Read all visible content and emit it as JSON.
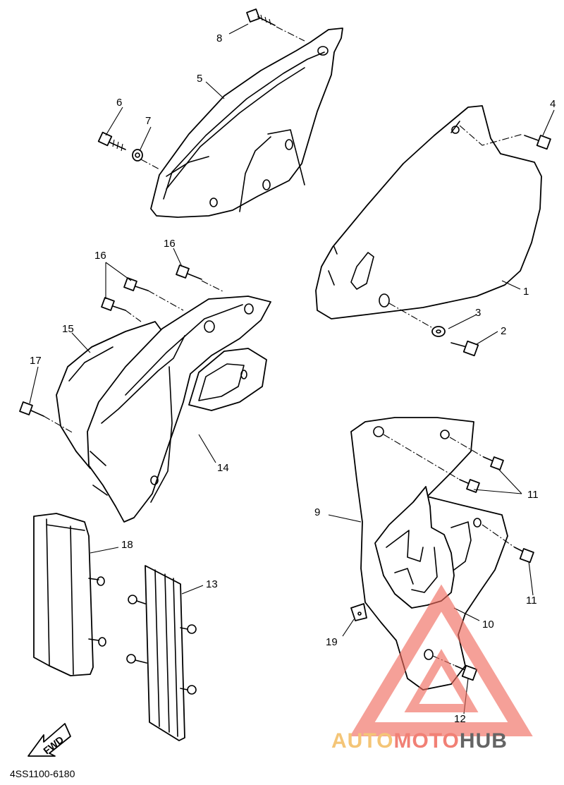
{
  "diagram": {
    "callouts": [
      {
        "id": "c1",
        "text": "1"
      },
      {
        "id": "c2",
        "text": "2"
      },
      {
        "id": "c3",
        "text": "3"
      },
      {
        "id": "c4",
        "text": "4"
      },
      {
        "id": "c5",
        "text": "5"
      },
      {
        "id": "c6",
        "text": "6"
      },
      {
        "id": "c7",
        "text": "7"
      },
      {
        "id": "c8",
        "text": "8"
      },
      {
        "id": "c9",
        "text": "9"
      },
      {
        "id": "c10",
        "text": "10"
      },
      {
        "id": "c11a",
        "text": "11"
      },
      {
        "id": "c11b",
        "text": "11"
      },
      {
        "id": "c12",
        "text": "12"
      },
      {
        "id": "c13",
        "text": "13"
      },
      {
        "id": "c14",
        "text": "14"
      },
      {
        "id": "c15",
        "text": "15"
      },
      {
        "id": "c16a",
        "text": "16"
      },
      {
        "id": "c16b",
        "text": "16"
      },
      {
        "id": "c17",
        "text": "17"
      },
      {
        "id": "c18",
        "text": "18"
      },
      {
        "id": "c19",
        "text": "19"
      }
    ],
    "fwd_arrow_text": "FWD",
    "drawing_code": "4SS1100-6180"
  },
  "watermark": {
    "part1": "AUTO",
    "part2": "MOTO",
    "part3": "HUB",
    "colors": {
      "auto": "#f3bc60",
      "moto": "#ef6b5e",
      "hub": "#4a4a4a",
      "triangle": "#ef6b5e"
    }
  }
}
